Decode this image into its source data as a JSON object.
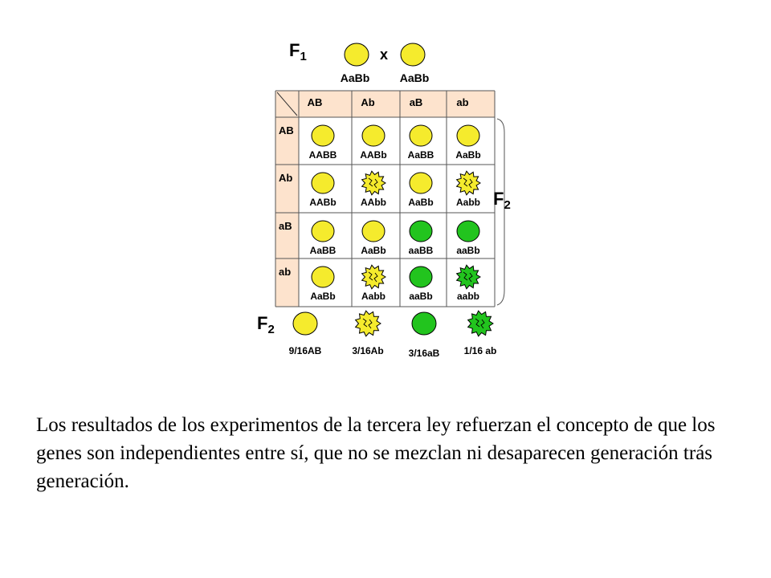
{
  "f1": {
    "label": "F",
    "sub": "1",
    "cross": "x",
    "parents": [
      "AaBb",
      "AaBb"
    ]
  },
  "grid": {
    "columns": [
      "AB",
      "Ab",
      "aB",
      "ab"
    ],
    "rows": [
      {
        "label": "AB",
        "cells": [
          {
            "genotype": "AABB",
            "pea": "yellow-round"
          },
          {
            "genotype": "AABb",
            "pea": "yellow-round"
          },
          {
            "genotype": "AaBB",
            "pea": "yellow-round"
          },
          {
            "genotype": "AaBb",
            "pea": "yellow-round"
          }
        ]
      },
      {
        "label": "Ab",
        "cells": [
          {
            "genotype": "AABb",
            "pea": "yellow-round"
          },
          {
            "genotype": "AAbb",
            "pea": "yellow-wrinkled"
          },
          {
            "genotype": "AaBb",
            "pea": "yellow-round"
          },
          {
            "genotype": "Aabb",
            "pea": "yellow-wrinkled"
          }
        ]
      },
      {
        "label": "aB",
        "cells": [
          {
            "genotype": "AaBB",
            "pea": "yellow-round"
          },
          {
            "genotype": "AaBb",
            "pea": "yellow-round"
          },
          {
            "genotype": "aaBB",
            "pea": "green-round"
          },
          {
            "genotype": "aaBb",
            "pea": "green-round"
          }
        ]
      },
      {
        "label": "ab",
        "cells": [
          {
            "genotype": "AaBb",
            "pea": "yellow-round"
          },
          {
            "genotype": "Aabb",
            "pea": "yellow-wrinkled"
          },
          {
            "genotype": "aaBb",
            "pea": "green-round"
          },
          {
            "genotype": "aabb",
            "pea": "green-wrinkled"
          }
        ]
      }
    ]
  },
  "f2_bracket": {
    "label": "F",
    "sub": "2"
  },
  "f2_summary": {
    "label": "F",
    "sub": "2",
    "items": [
      {
        "text": "9/16AB",
        "pea": "yellow-round"
      },
      {
        "text": "3/16Ab",
        "pea": "yellow-wrinkled"
      },
      {
        "text": "3/16aB",
        "pea": "green-round"
      },
      {
        "text": "1/16 ab",
        "pea": "green-wrinkled"
      }
    ]
  },
  "colors": {
    "yellow": "#f5eb2d",
    "green": "#22c41e",
    "header_fill": "#fde3cd",
    "grid_line": "#555555"
  },
  "caption": "Los resultados de los experimentos de la tercera ley refuerzan el concepto de que los genes son independientes entre sí, que no se mezclan ni desaparecen generación trás generación."
}
